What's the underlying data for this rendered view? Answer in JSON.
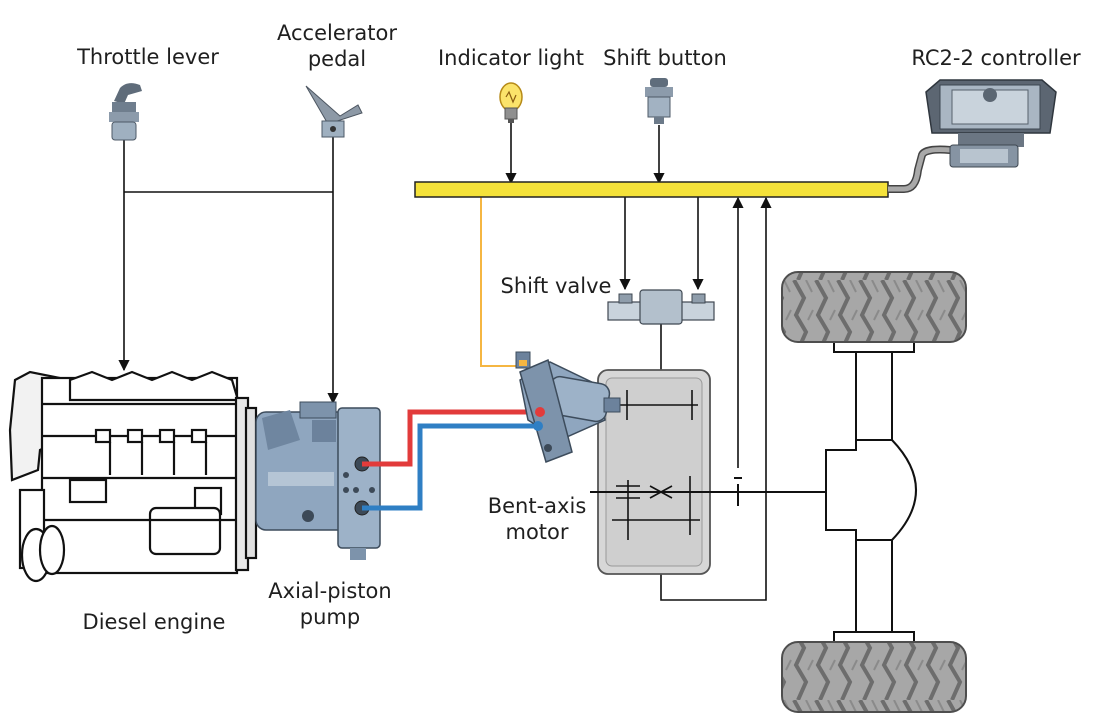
{
  "labels": {
    "throttle_lever": "Throttle lever",
    "accelerator_pedal": [
      "Accelerator",
      "pedal"
    ],
    "indicator_light": "Indicator light",
    "shift_button": "Shift button",
    "controller": "RC2-2 controller",
    "shift_valve": "Shift valve",
    "bent_axis_motor": [
      "Bent-axis",
      "motor"
    ],
    "diesel_engine": "Diesel engine",
    "axial_piston_pump": [
      "Axial-piston",
      "pump"
    ]
  },
  "colors": {
    "bus": "#f5e23a",
    "bus_outline": "#222222",
    "signal_line_to_motor": "#f5b642",
    "high_pressure": "#e23b3b",
    "low_pressure": "#2f7fc4",
    "component_blue": "#8fa6bf",
    "line": "#111111"
  },
  "icons": [
    "throttle-lever-icon",
    "accelerator-pedal-icon",
    "indicator-light-icon",
    "shift-button-icon",
    "controller-icon",
    "shift-valve-icon",
    "diesel-engine-icon",
    "axial-piston-pump-icon",
    "bent-axis-motor-icon",
    "gearbox-icon",
    "axle-icon",
    "tire-icon"
  ]
}
